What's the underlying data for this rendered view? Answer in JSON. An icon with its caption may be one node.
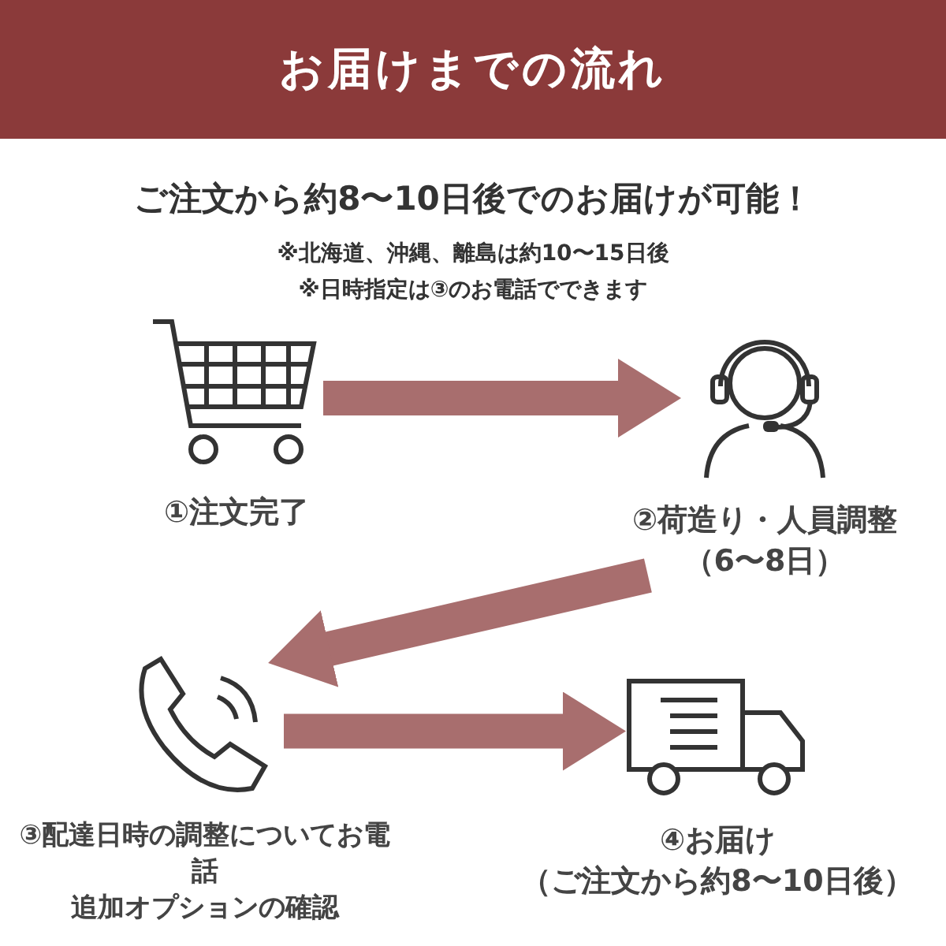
{
  "diagram": {
    "title": "お届けまでの流れ",
    "nodes": [
      {
        "text": [
          "①注文完了"
        ]
      },
      {
        "text": [
          "②荷造り・人員調整",
          "（6〜8日）"
        ]
      },
      {
        "text": [
          "③配達日時の調整についてお電話",
          "追加オプションの確認"
        ]
      },
      {
        "text": [
          "④お届け",
          "（ご注文から約8〜10日後）"
        ]
      }
    ],
    "edges": [
      {
        "from": 0,
        "to": 1,
        "arrow": "to"
      },
      {
        "from": 1,
        "to": 2,
        "arrow": "to"
      },
      {
        "from": 2,
        "to": 3,
        "arrow": "to"
      }
    ],
    "labels": [
      "ご注文から約8〜10日後でのお届けが可能！",
      "※北海道、沖縄、離島は約10〜15日後",
      "※日時指定は③のお電話でできます"
    ]
  }
}
